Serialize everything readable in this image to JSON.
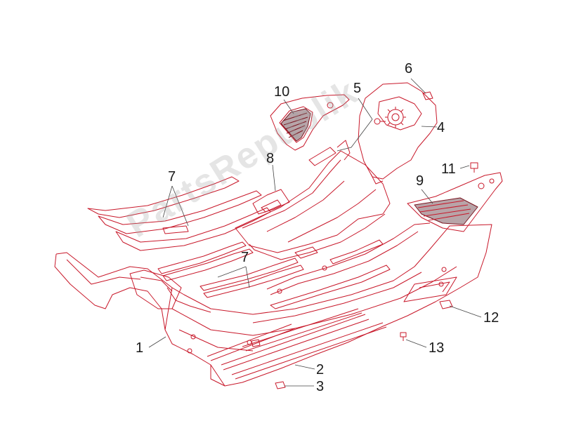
{
  "diagram": {
    "watermark": "PartsRepublik",
    "colors": {
      "outline": "#c8182a",
      "leader": "#444444",
      "label": "#1a1a1a",
      "mat": "#7a1520"
    },
    "callouts": [
      {
        "id": "c1",
        "text": "1"
      },
      {
        "id": "c2",
        "text": "2"
      },
      {
        "id": "c3",
        "text": "3"
      },
      {
        "id": "c4",
        "text": "4"
      },
      {
        "id": "c5",
        "text": "5"
      },
      {
        "id": "c6",
        "text": "6"
      },
      {
        "id": "c7a",
        "text": "7"
      },
      {
        "id": "c7b",
        "text": "7"
      },
      {
        "id": "c8",
        "text": "8"
      },
      {
        "id": "c9",
        "text": "9"
      },
      {
        "id": "c10",
        "text": "10"
      },
      {
        "id": "c11",
        "text": "11"
      },
      {
        "id": "c12",
        "text": "12"
      },
      {
        "id": "c13",
        "text": "13"
      }
    ]
  }
}
